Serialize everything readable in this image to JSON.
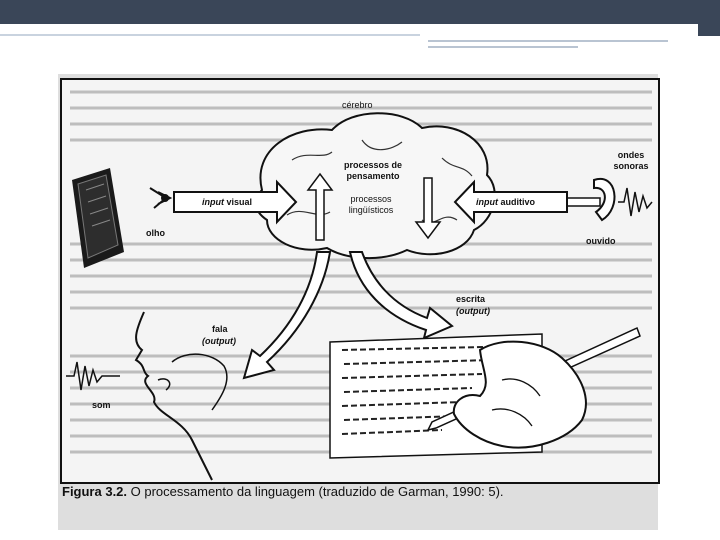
{
  "labels": {
    "cerebro": "cérebro",
    "processos_pensamento": "processos de pensamento",
    "processos_linguisticos": "processos lingüísticos",
    "input_visual_italic": "input",
    "input_visual_rest": " visual",
    "input_auditivo_italic": "input",
    "input_auditivo_rest": " auditivo",
    "olho": "olho",
    "ondes_sonoras": "ondes sonoras",
    "ouvido": "ouvido",
    "fala": "fala",
    "fala_output": "(output)",
    "escrita": "escrita",
    "escrita_output": "(output)",
    "som": "som"
  },
  "caption": {
    "prefix": "Figura 3.2.",
    "text": " O processamento da linguagem (traduzido de Garman, 1990: 5)."
  },
  "colors": {
    "header": "#3a4658",
    "accent": "#c9d3df",
    "ink": "#111111"
  }
}
